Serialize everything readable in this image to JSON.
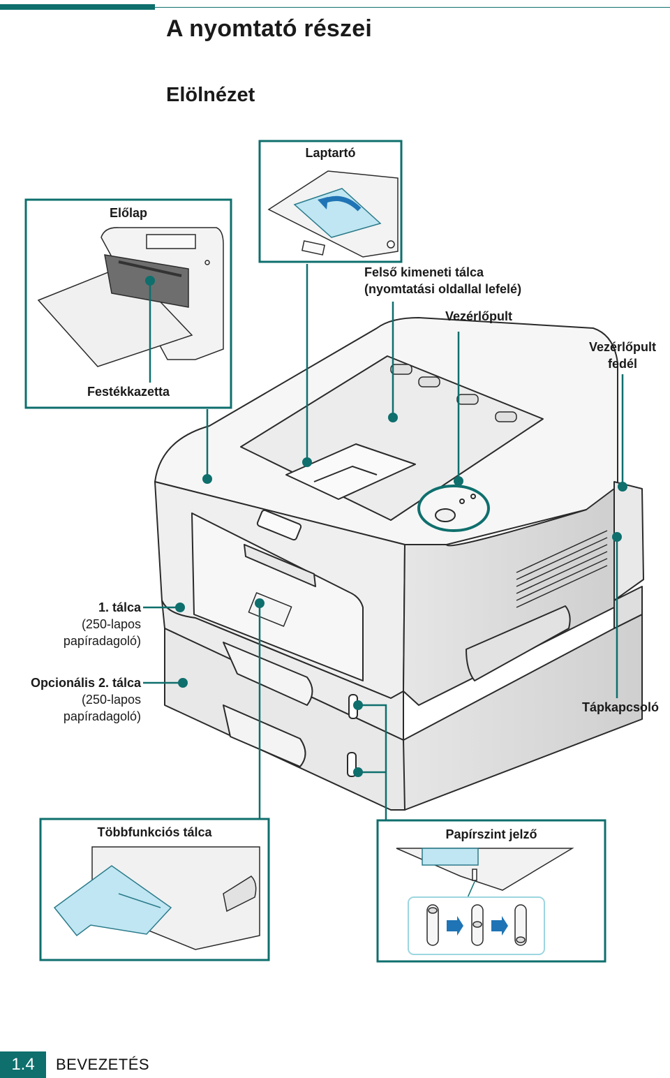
{
  "page": {
    "title": "A nyomtató részei",
    "subtitle": "Elölnézet"
  },
  "labels": {
    "laptarto": "Laptartó",
    "elolap": "Előlap",
    "festekkazetta": "Festékkazetta",
    "felso_talca_1": "Felső kimeneti tálca",
    "felso_talca_2": "(nyomtatási oldallal lefelé)",
    "vezerlopult": "Vezérlőpult",
    "vezerlopult_fedel_1": "Vezérlőpult",
    "vezerlopult_fedel_2": "fedél",
    "talca1_1": "1. tálca",
    "talca1_2": "(250-lapos",
    "talca1_3": "papíradagoló)",
    "talca2_1": "Opcionális 2. tálca",
    "talca2_2": "(250-lapos",
    "talca2_3": "papíradagoló)",
    "tapkapcsolo": "Tápkapcsoló",
    "tobbfunkcios": "Többfunkciós tálca",
    "papirszint": "Papírszint jelző"
  },
  "footer": {
    "page_number": "1.4",
    "section": "BEVEZETÉS"
  },
  "colors": {
    "accent": "#0e6f6d",
    "line": "#2a2a2a",
    "body_fill": "#f4f4f4",
    "shade": "#dcdcdc",
    "tray_blue": "#bfe6f2"
  }
}
